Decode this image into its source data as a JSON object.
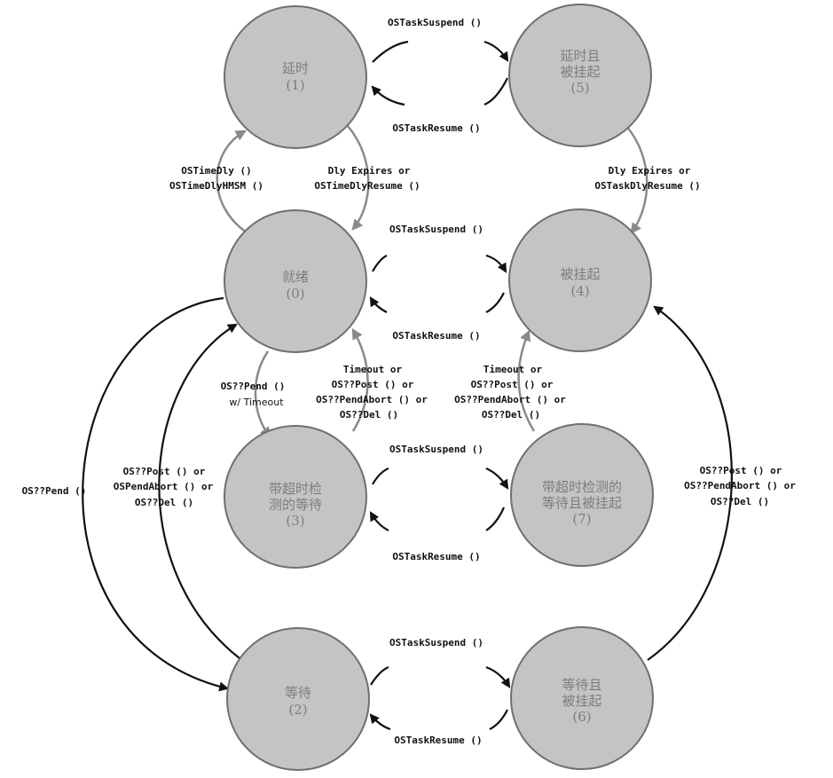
{
  "states": {
    "delayed": {
      "line1": "延时",
      "line2": "",
      "number": "(1)"
    },
    "delayed_suspended": {
      "line1": "延时且",
      "line2": "被挂起",
      "number": "(5)"
    },
    "ready": {
      "line1": "就绪",
      "line2": "",
      "number": "(0)"
    },
    "suspended": {
      "line1": "被挂起",
      "line2": "",
      "number": "(4)"
    },
    "pend_timeout": {
      "line1": "带超时检",
      "line2": "测的等待",
      "number": "(3)"
    },
    "pend_timeout_suspended": {
      "line1": "带超时检测的",
      "line2": "等待且被挂起",
      "number": "(7)"
    },
    "pending": {
      "line1": "等待",
      "line2": "",
      "number": "(2)"
    },
    "pending_suspended": {
      "line1": "等待且",
      "line2": "被挂起",
      "number": "(6)"
    }
  },
  "labels": {
    "suspend": "OSTaskSuspend ()",
    "resume": "OSTaskResume ()",
    "time_dly_1": "OSTimeDly ()",
    "time_dly_2": "OSTimeDlyHMSM ()",
    "dly_expires_1_a": "Dly Expires or",
    "dly_expires_1_b": "OSTimeDlyResume ()",
    "dly_expires_5_a": "Dly Expires or",
    "dly_expires_5_b": "OSTaskDlyResume ()",
    "pend_timeout_a": "OS??Pend ()",
    "pend_timeout_b": "w/ Timeout",
    "timeout3_a": "Timeout or",
    "timeout3_b": "OS??Post () or",
    "timeout3_c": "OS??PendAbort () or",
    "timeout3_d": "OS??Del ()",
    "timeout7_a": "Timeout or",
    "timeout7_b": "OS??Post () or",
    "timeout7_c": "OS??PendAbort () or",
    "timeout7_d": "OS??Del ()",
    "pend": "OS??Pend ()",
    "post2_a": "OS??Post () or",
    "post2_b": "OSPendAbort () or",
    "post2_c": "OS??Del ()",
    "post6_a": "OS??Post () or",
    "post6_b": "OS??PendAbort () or",
    "post6_c": "OS??Del ()"
  },
  "colors": {
    "state_fill": "#c4c4c4",
    "state_stroke": "#6f6f6f",
    "gray_arrow": "#8a8a8a",
    "black_arrow": "#111111"
  }
}
